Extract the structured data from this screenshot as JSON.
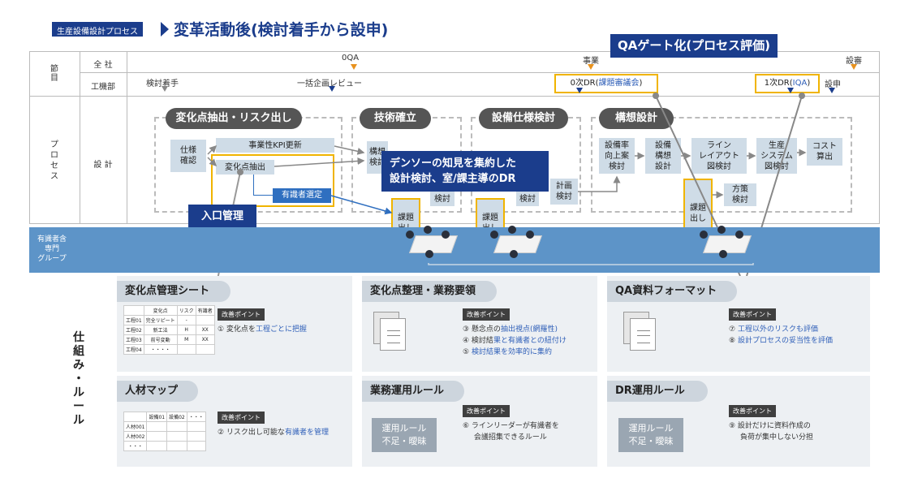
{
  "header": {
    "tag": "生産設備設計プロセス",
    "title": "変革活動後(検討着手から設申)"
  },
  "qa_gate": "QAゲート化(プロセス評価)",
  "rows": {
    "setsumoku": "節\n目",
    "zensha": "全 社",
    "kokibu": "工機部",
    "process": "プ\nロ\nセ\nス",
    "sekkei": "設 計"
  },
  "milestones": {
    "zensha": {
      "oqa": "0QA",
      "jigyo": "事業",
      "setsubi": "設審"
    },
    "kokibu": {
      "kento": "検討着手",
      "ikkatsu": "一括企画レビュー",
      "dr0_prefix": "0次DR(",
      "dr0_link": "課題審議会",
      "dr0_suffix": ")",
      "dr1_prefix": "1次DR(",
      "dr1_link": "IQA",
      "dr1_suffix": ")",
      "setsushin": "設申"
    }
  },
  "phases": {
    "p1": "変化点抽出・リスク出し",
    "p2": "技術確立",
    "p3": "設備仕様検討",
    "p4": "構想設計"
  },
  "process_boxes": {
    "shiyou": "仕様\n確認",
    "kpi": "事業性KPI更新",
    "henka": "変化点抽出",
    "yushiki": "有識者選定",
    "kousou_part": "構想\n検討",
    "kentou_a": "検討",
    "kentou_b": "検討",
    "keikaku": "計画\n検討",
    "setsubiritsu": "設備率\n向上案\n検討",
    "setsubi_kousou": "設備\n構想\n設計",
    "line": "ライン\nレイアウト\n図検討",
    "seisan": "生産\nシステム\n図検討",
    "cost": "コスト\n算出",
    "housaku": "方策\n検討",
    "kadai": "課題\n出し"
  },
  "callouts": {
    "denso": "デンソーの知見を集約した\n設計検討、室/課主導のDR",
    "iriguchi": "入口管理"
  },
  "band_label": "有識者含\n専門\nグループ",
  "shikumi": "仕\n組\nみ\n・\nル\nー\nル",
  "kaizen_label": "改善ポイント",
  "cards": {
    "c1": {
      "title": "変化点管理シート",
      "points": [
        {
          "pre": "① 変化点を",
          "hl": "工程ごとに把握",
          "post": ""
        }
      ]
    },
    "c2": {
      "title": "変化点整理・業務要領",
      "points": [
        {
          "pre": "③ 懸念点の",
          "hl": "抽出視点(網羅性)",
          "post": ""
        },
        {
          "pre": "④ 検討結",
          "hl": "果と有識者との紐付け",
          "post": ""
        },
        {
          "pre": "⑤ ",
          "hl": "検討結果を効率的に集約",
          "post": ""
        }
      ]
    },
    "c3": {
      "title": "QA資料フォーマット",
      "points": [
        {
          "pre": "⑦ ",
          "hl": "工程以外のリスクも評価",
          "post": ""
        },
        {
          "pre": "⑧ ",
          "hl": "設計プロセスの妥当性を評価",
          "post": ""
        }
      ]
    },
    "c4": {
      "title": "人材マップ",
      "points": [
        {
          "pre": "② リスク出し可能な",
          "hl": "有識者を管理",
          "post": ""
        }
      ]
    },
    "c5": {
      "title": "業務運用ルール",
      "tag": "運用ルール\n不足・曖昧",
      "points": [
        {
          "pre": "⑥ ラインリーダーが有識者を",
          "hl": "",
          "post": ""
        },
        {
          "pre": "会議招集できるルール",
          "hl": "",
          "post": ""
        }
      ]
    },
    "c6": {
      "title": "DR運用ルール",
      "tag": "運用ルール\n不足・曖昧",
      "points": [
        {
          "pre": "⑨ 設計だけに資料作成の",
          "hl": "",
          "post": ""
        },
        {
          "pre": "負荷が集中しない分担",
          "hl": "",
          "post": ""
        }
      ]
    }
  },
  "sheet1": {
    "header": [
      "",
      "変化点",
      "リスク",
      "有識者"
    ],
    "rows": [
      [
        "工程01",
        "完全リピート",
        "-",
        ""
      ],
      [
        "工程02",
        "新工法",
        "H",
        "XX"
      ],
      [
        "工程03",
        "前号変動",
        "M",
        "XX"
      ],
      [
        "工程04",
        "・・・・",
        "",
        ""
      ]
    ]
  },
  "sheet2": {
    "header": [
      "",
      "設備01",
      "設備02",
      "・・・"
    ],
    "rows": [
      [
        "人材001",
        "",
        "",
        ""
      ],
      [
        "人材002",
        "",
        "",
        ""
      ],
      [
        "・・・",
        "",
        "",
        ""
      ]
    ]
  },
  "colors": {
    "navy": "#1b3d8c",
    "band": "#5d94c8",
    "orange": "#e8921e",
    "yellow": "#f0b400",
    "highlight": "#2f5fb8"
  }
}
